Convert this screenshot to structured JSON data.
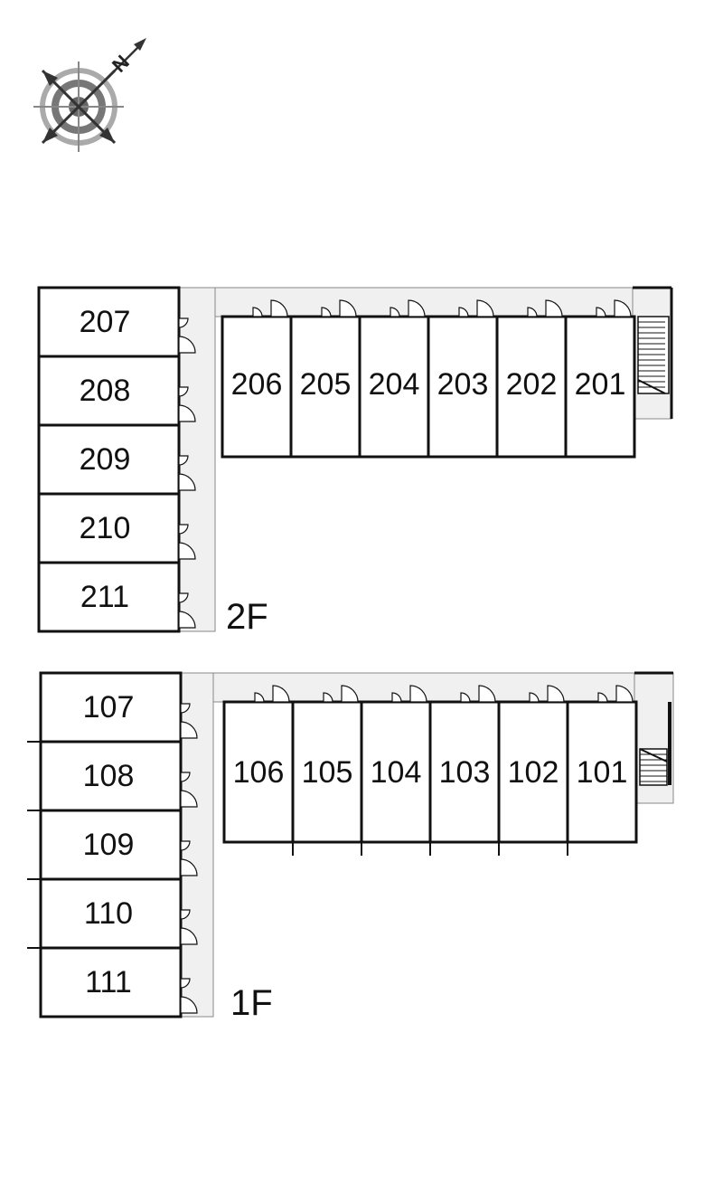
{
  "compass": {
    "north_label": "N",
    "icon": "compass-icon"
  },
  "floors": [
    {
      "id": "2F",
      "label": "2F",
      "west_wing_units": [
        "207",
        "208",
        "209",
        "210",
        "211"
      ],
      "north_wing_units": [
        "206",
        "205",
        "204",
        "203",
        "202",
        "201"
      ]
    },
    {
      "id": "1F",
      "label": "1F",
      "west_wing_units": [
        "107",
        "108",
        "109",
        "110",
        "111"
      ],
      "north_wing_units": [
        "106",
        "105",
        "104",
        "103",
        "102",
        "101"
      ]
    }
  ],
  "colors": {
    "wall": "#111111",
    "corridor": "#f0f0f0",
    "corridor_edge": "#888888",
    "compass_ring": "#888888",
    "compass_arrow": "#333333"
  }
}
